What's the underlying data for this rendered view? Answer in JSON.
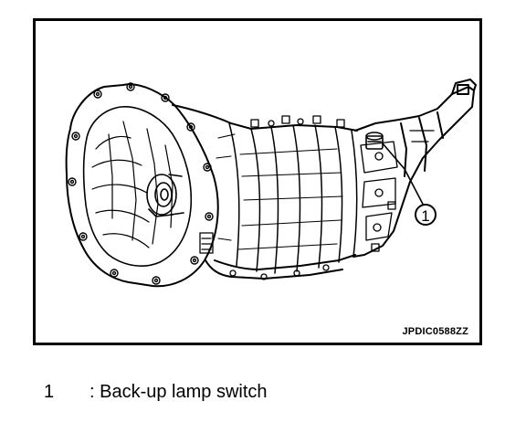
{
  "figure": {
    "figure_id": "JPDIC0588ZZ",
    "callout_number": "1"
  },
  "legend": {
    "items": [
      {
        "number": "1",
        "label": ": Back-up lamp switch"
      }
    ]
  },
  "icons": [
    "transmission-assembly-illustration",
    "callout-circle-icon"
  ],
  "colors": {
    "line": "#000000",
    "background": "#ffffff"
  }
}
